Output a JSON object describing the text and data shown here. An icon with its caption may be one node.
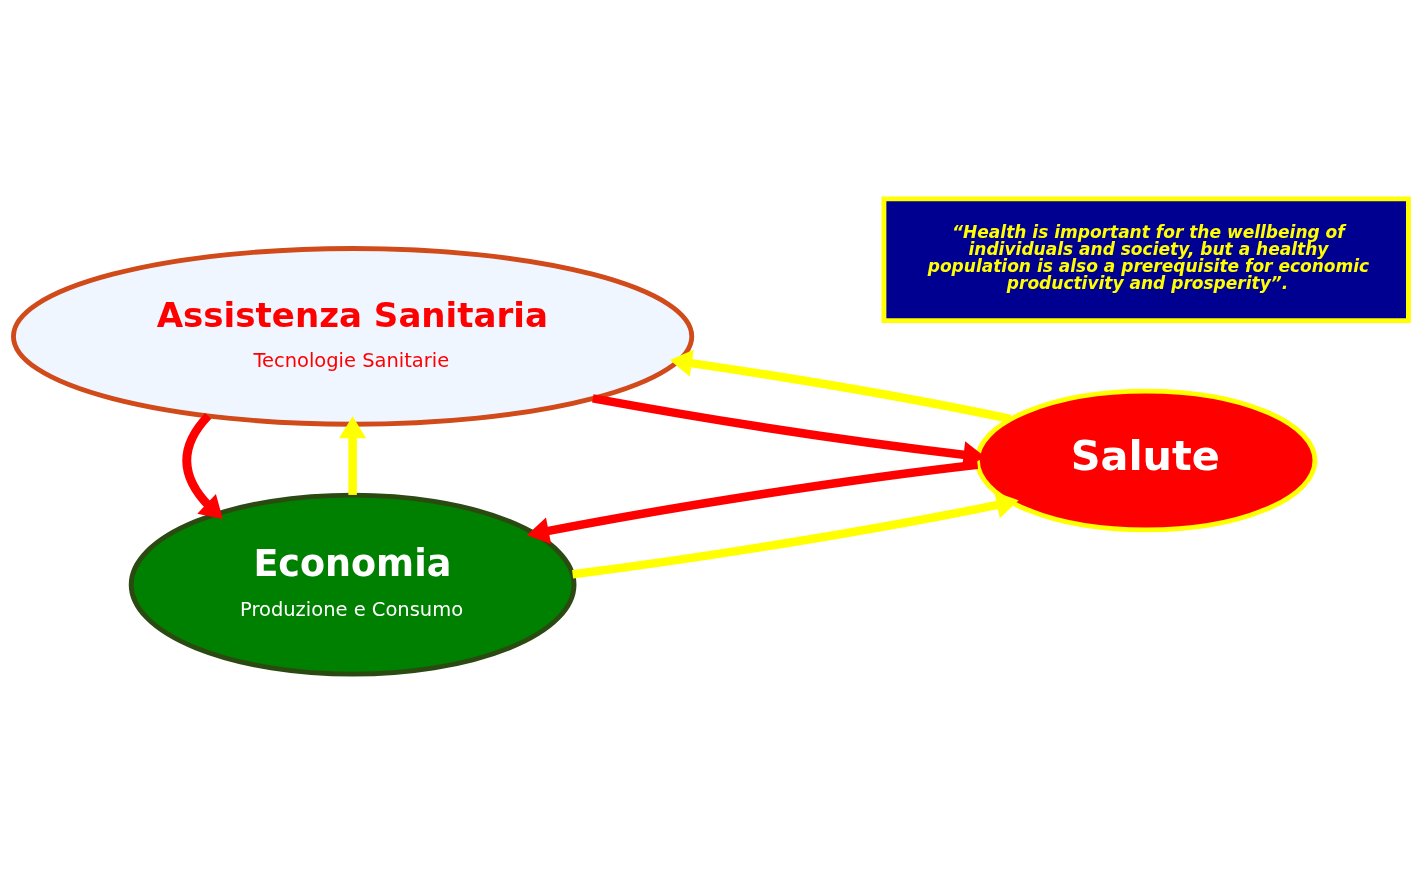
{
  "diagram": {
    "nodes": [
      {
        "text": [
          "Economia",
          "Produzione e Consumo"
        ]
      },
      {
        "text": [
          "“Health is important for the wellbeing of individuals and society, but a healthy population is also a prerequisite for economic productivity and prosperity”."
        ]
      },
      {
        "text": [
          "Salute"
        ]
      },
      {
        "text": [
          "Assistenza Sanitaria",
          "Tecnologie Sanitarie"
        ]
      }
    ],
    "edges": [
      {
        "from": 0,
        "to": 2,
        "arrow": "to",
        "color": "#ffff00"
      },
      {
        "from": 2,
        "to": 0,
        "arrow": "to",
        "color": "#ff0000"
      },
      {
        "from": 0,
        "to": 3,
        "arrow": "to",
        "color": "#ffff00"
      },
      {
        "from": 3,
        "to": 0,
        "arrow": "to",
        "color": "#ff0000"
      },
      {
        "from": 3,
        "to": 2,
        "arrow": "to",
        "color": "#ff0000"
      },
      {
        "from": 2,
        "to": 3,
        "arrow": "to",
        "color": "#ffff00"
      }
    ]
  }
}
